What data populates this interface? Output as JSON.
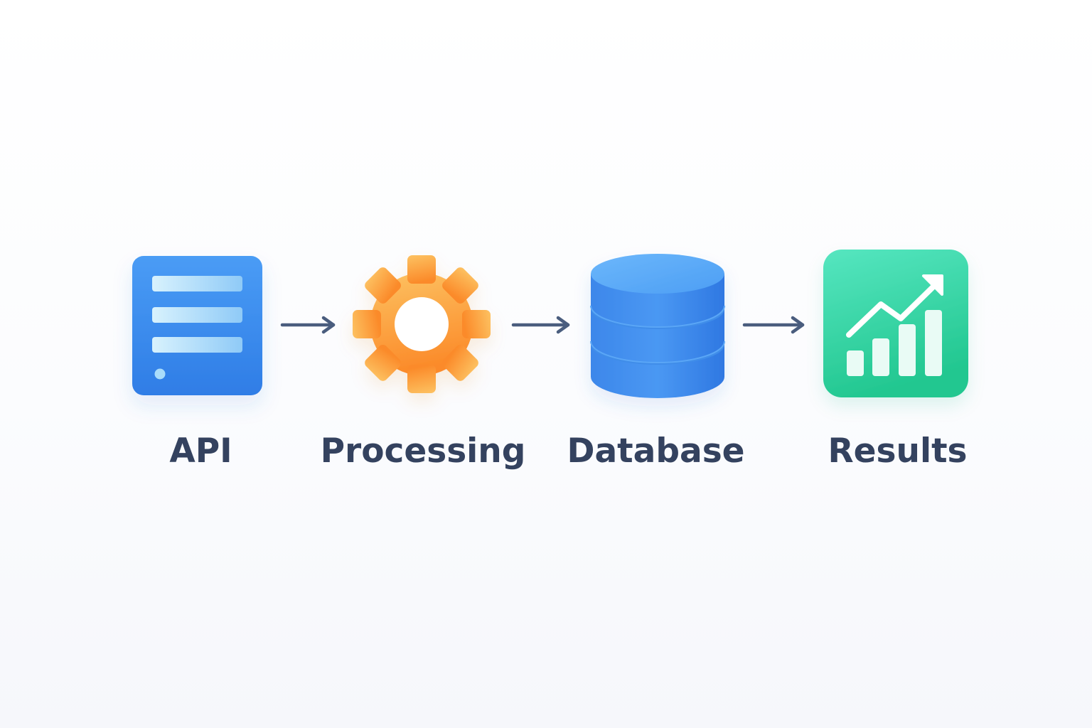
{
  "diagram": {
    "type": "flow",
    "nodes": [
      {
        "id": "api",
        "label": "API",
        "icon": "server-list-icon",
        "color": "#3b8cf0"
      },
      {
        "id": "processing",
        "label": "Processing",
        "icon": "gear-icon",
        "color": "#fb9e37"
      },
      {
        "id": "database",
        "label": "Database",
        "icon": "database-icon",
        "color": "#3d8eee"
      },
      {
        "id": "results",
        "label": "Results",
        "icon": "growth-chart-icon",
        "color": "#33d1a0"
      }
    ],
    "edges": [
      {
        "from": "api",
        "to": "processing"
      },
      {
        "from": "processing",
        "to": "database"
      },
      {
        "from": "database",
        "to": "results"
      }
    ],
    "arrow_color": "#4a5d7e",
    "label_color": "#34425f"
  }
}
